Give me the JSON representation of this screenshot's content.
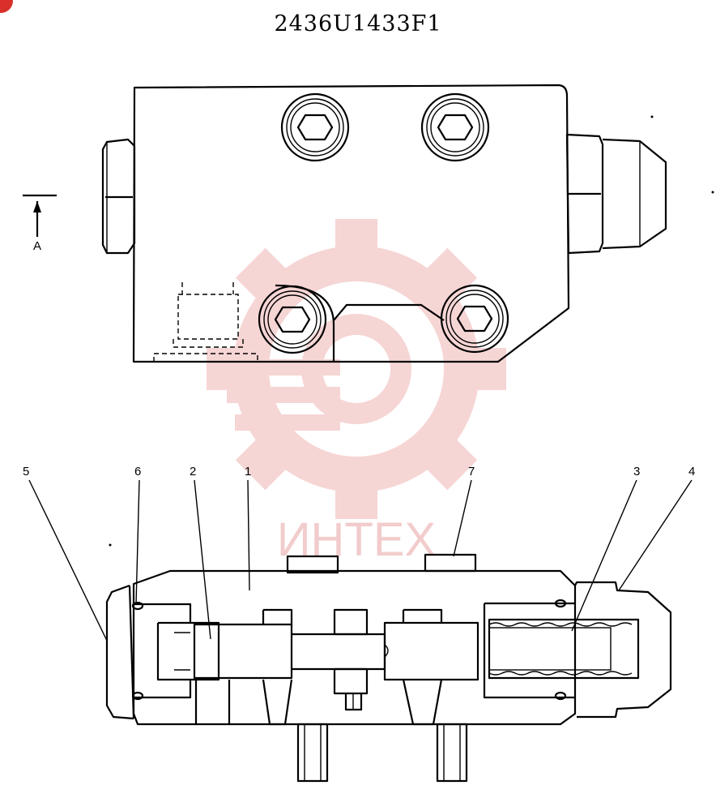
{
  "drawing": {
    "title": "2436U1433F1",
    "section_marker": "A",
    "watermark": "ИНТЕХ"
  },
  "callouts": [
    {
      "id": "5",
      "label": "5"
    },
    {
      "id": "6",
      "label": "6"
    },
    {
      "id": "2",
      "label": "2"
    },
    {
      "id": "1",
      "label": "1"
    },
    {
      "id": "7",
      "label": "7"
    },
    {
      "id": "3",
      "label": "3"
    },
    {
      "id": "4",
      "label": "4"
    }
  ],
  "colors": {
    "line": "#000000",
    "watermark": "#e9a3a3",
    "badge": "#d9302c"
  }
}
